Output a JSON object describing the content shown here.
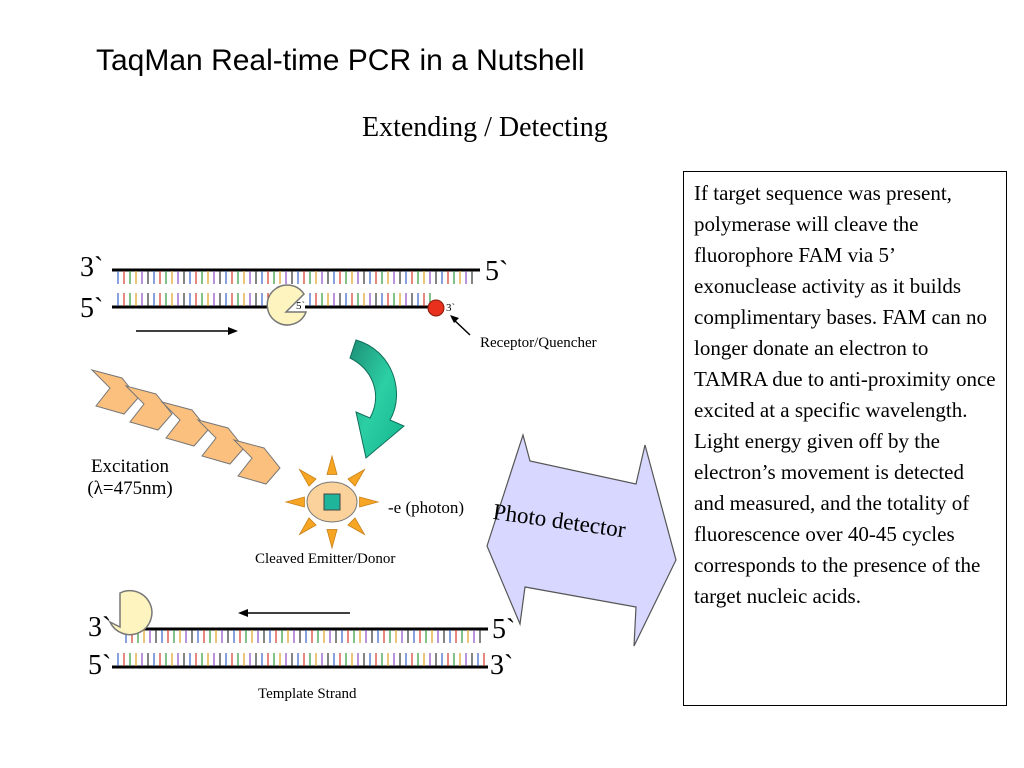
{
  "title": "TaqMan Real-time PCR in a Nutshell",
  "subtitle": "Extending / Detecting",
  "top_strand": {
    "upper_left": "3`",
    "upper_right": "5`",
    "lower_left": "5`",
    "probe_5": "5`",
    "probe_3": "3`",
    "quencher_label": "Receptor/Quencher"
  },
  "excitation": {
    "line1": "Excitation",
    "line2": "(λ=475nm)"
  },
  "photon_label": "-e (photon)",
  "emitter_label": "Cleaved Emitter/Donor",
  "detector_label": "Photo detector",
  "bottom_strand": {
    "upper_left": "3`",
    "upper_right": "5`",
    "lower_left": "5`",
    "lower_right": "3`",
    "template_label": "Template Strand"
  },
  "explanation": "If target sequence was present, polymerase will cleave the fluorophore FAM via 5’ exonuclease activity as it builds complimentary bases.  FAM can no longer donate an electron to TAMRA due to anti-proximity once excited at a specific wavelength.  Light energy given off by the electron’s movement is detected and measured, and the totality of fluorescence over 40-45 cycles corresponds to the presence of the target nucleic acids.",
  "colors": {
    "quencher": "#e8301c",
    "fam": "#fdf4bf",
    "chevron": "#fbc07e",
    "sun": "#f6a623",
    "emitter_core": "#fbd29b",
    "emitter_center": "#1fb59a",
    "curved_arrow": "#1aa88a",
    "detector": "#d7d7ff"
  }
}
